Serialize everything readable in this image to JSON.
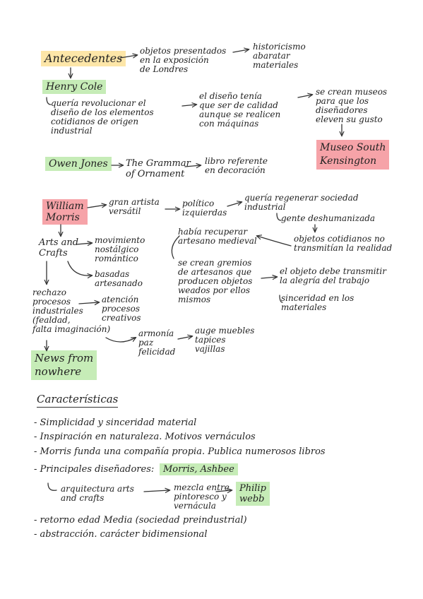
{
  "notes": {
    "antecedentes": "Antecedentes",
    "objetos_exposicion": "objetos presentados\nen la exposición\nde Londres",
    "historicismo": "historicismo\nabaratar\nmateriales",
    "henry_cole": "Henry Cole",
    "quena_revolucionar": "quería revolucionar el\ndiseño de los elementos\ncotidianos de origen\nindustrial",
    "diseno_calidad": "el diseño tenía\nque ser de calidad\naunque se realicen\ncon máquinas",
    "crear_museos": "se crean museos\npara que los\ndiseñadores\neleven su gusto",
    "museo_south": "Museo South\nKensington",
    "owen_jones": "Owen Jones",
    "grammar": "The Grammar\nof Ornament",
    "libro_referente": "libro referente\nen decoración",
    "william_morris": "William\nMorris",
    "gran_artista": "gran artista\nversátil",
    "politico": "político\nizquierdas",
    "regenerar": "quería regenerar sociedad\nindustrial",
    "gente_deshumanizada": "gente deshumanizada",
    "objetos_cotidianos": "objetos cotidianos no\ntransmitían la realidad",
    "recuperar_artesano": "había recuperar\nartesano medieval",
    "gremios": "se crean gremios\nde artesanos que\nproducen objetos\nweados por ellos\nmismos",
    "alegria_trabajo": "el objeto debe transmitir\nla alegría del trabajo",
    "sinceridad_materiales": "sinceridad en los\nmateriales",
    "arts_crafts": "Arts and\nCrafts",
    "movimiento_nostalgico": "movimiento\nnostálgico\nromántico",
    "basadas_artesanado": "basadas\nartesanado",
    "rechazo": "rechazo\nprocesos\nindustriales\n(fealdad,\nfalta imaginación)",
    "atencion": "atención\nprocesos\ncreativos",
    "armonia": "armonía\npaz\nfelicidad",
    "auge_muebles": "auge muebles\ntapices\nvajillas",
    "news_from_nowhere": "News from\nnowhere",
    "caracteristicas": "Características",
    "bullet_1": "- Simplicidad y sinceridad material",
    "bullet_2": "- Inspiración en naturaleza. Motivos vernáculos",
    "bullet_3": "- Morris funda una compañía propia. Publica numerosos libros",
    "bullet_4": "- Principales diseñadores:",
    "morris_ashbee": "Morris, Ashbee",
    "arquitectura": "arquitectura arts\nand crafts",
    "mezcla": "mezcla entre\npintoresco y\nvernácula",
    "philip_webb": "Philip\nwebb",
    "bullet_5": "- retorno edad Media (sociedad preindustrial)",
    "bullet_6": "- abstracción. carácter bidimensional"
  },
  "colors": {
    "yellow": "#fde6a8",
    "green": "#c6ecb7",
    "red": "#f6a3a8",
    "ink": "#222222"
  }
}
